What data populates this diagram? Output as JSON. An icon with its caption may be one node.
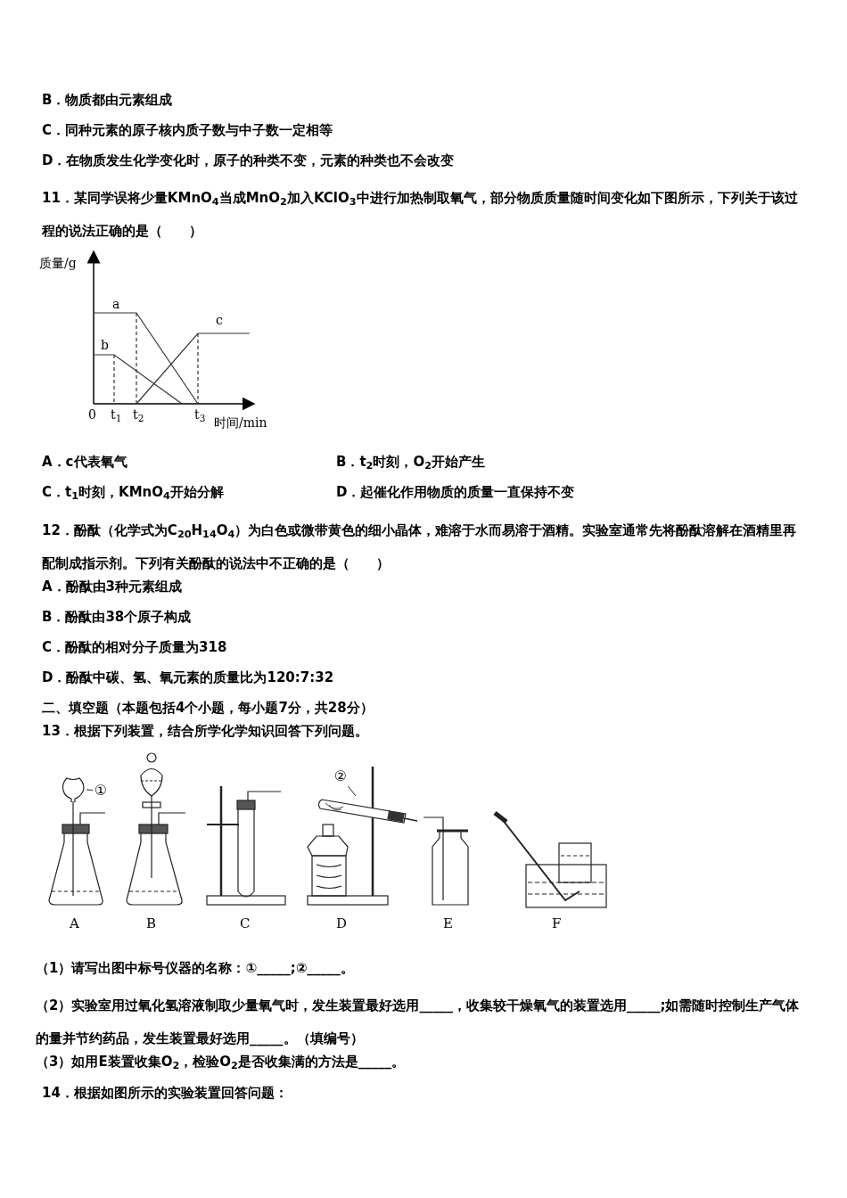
{
  "diagram": {
    "nodes": [
      {
        "text": [
          "①"
        ]
      },
      {
        "text": [],
        "shape": "picture"
      },
      {
        "text": [
          "②"
        ]
      },
      {
        "text": [],
        "shape": "picture"
      }
    ],
    "edges": [
      {
        "from": 0,
        "to": 1,
        "arrow": "none"
      },
      {
        "from": 2,
        "to": 3,
        "arrow": "none"
      }
    ],
    "labels": [
      "B．物质都由元素组成",
      "C．同种元素的原子核内质子数与中子数一定相等",
      "D．在物质发生化学变化时，原子的种类不变，元素的种类也不会改变",
      "11．某同学误将少量KMnO$_{4}$当成MnO$_{2}$加入KClO$_{3}$中进行加热制取氧气，部分物质质量随时间变化如下图所示，下列关于该过程的说法正确的是（　　）",
      "质量/g",
      "a",
      "b",
      "c",
      "0",
      "t$_{1}$",
      "t$_{2}$",
      "t$_{3}$",
      "时间/min",
      "A．c代表氧气",
      "B．t$_{2}$时刻，O$_{2}$开始产生",
      "C．t$_{1}$时刻，KMnO$_{4}$开始分解",
      "D．起催化作用物质的质量一直保持不变",
      "12．酚酞（化学式为C$_{20}$H$_{14}$O$_{4}$）为白色或微带黄色的细小晶体，难溶于水而易溶于酒精。实验室通常先将酚酞溶解在酒精里再配制成指示剂。下列有关酚酞的说法中不正确的是（　　）",
      "A．酚酞由3种元素组成",
      "B．酚酞由38个原子构成",
      "C．酚酞的相对分子质量为318",
      "D．酚酞中碳、氢、氧元素的质量比为120:7:32",
      "二、填空题（本题包括4个小题，每小题7分，共28分）",
      "13．根据下列装置，结合所学化学知识回答下列问题。",
      "A",
      "B",
      "C",
      "D",
      "E",
      "F",
      "（1）请写出图中标号仪器的名称：①_____;②_____。",
      "（2）实验室用过氧化氢溶液制取少量氧气时，发生装置最好选用_____，收集较干燥氧气的装置选用_____;如需随时控制生产气体的量并节约药品，发生装置最好选用_____。（填编号）",
      "（3）如用E装置收集O$_{2}$，检验O$_{2}$是否收集满的方法是_____。",
      "14．根据如图所示的实验装置回答问题："
    ]
  }
}
